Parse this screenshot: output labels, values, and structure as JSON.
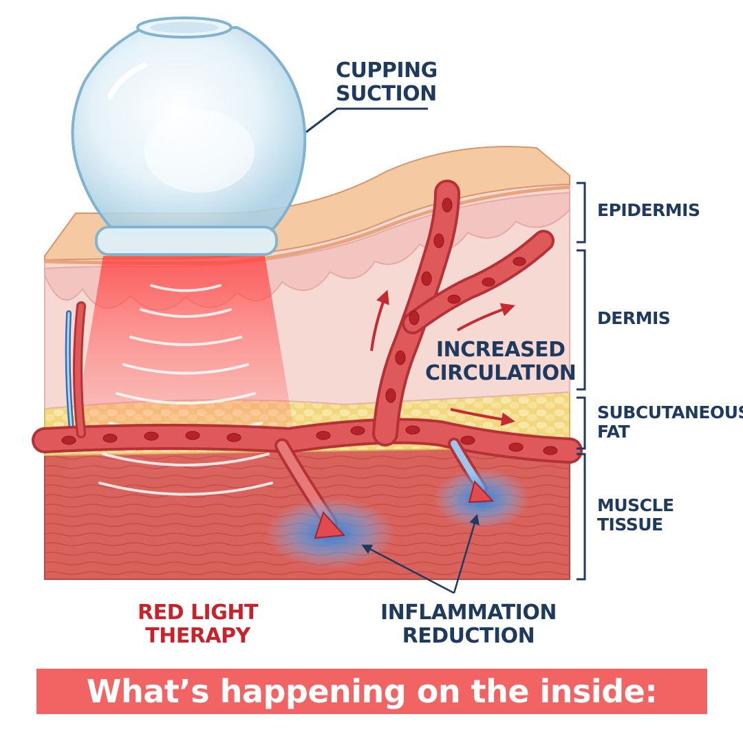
{
  "labels": {
    "cupping": [
      "CUPPING",
      "SUCTION"
    ],
    "epidermis": [
      "EPIDERMIS"
    ],
    "dermis": [
      "DERMIS"
    ],
    "fat": [
      "SUBCUTANEOUS",
      "FAT"
    ],
    "muscle": [
      "MUSCLE",
      "TISSUE"
    ],
    "circulation": [
      "INCREASED",
      "CIRCULATION"
    ],
    "red_light": [
      "RED LIGHT",
      "THERAPY"
    ],
    "inflammation": [
      "INFLAMMATION",
      "REDUCTION"
    ]
  },
  "banner": {
    "text": "What’s happening on the inside:"
  },
  "colors": {
    "label_navy": "#1f3a5f",
    "label_red": "#c8222a",
    "banner_bg": "#f26464",
    "epidermis": "#f5c9a2",
    "dermis": "#f7d7d3",
    "fat": "#f3dc8a",
    "muscle": "#d9605a",
    "vessel": "#d8454a",
    "red_light": "#ff4d4d",
    "inflammation": "#3b8ee8"
  },
  "icons": [
    "cupping-cup-icon"
  ]
}
